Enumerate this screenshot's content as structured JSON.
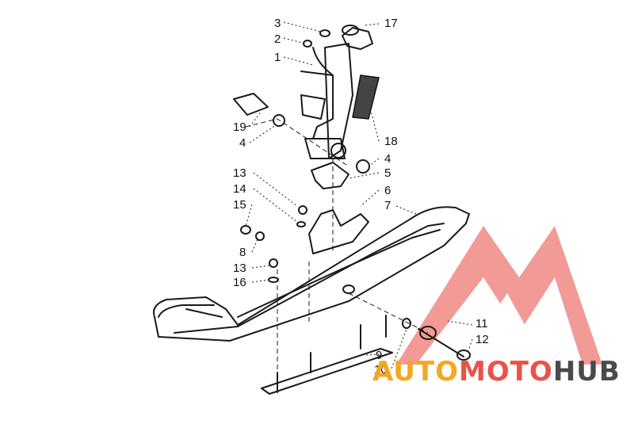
{
  "callouts": {
    "c1": "1",
    "c2": "2",
    "c3": "3",
    "c4a": "4",
    "c4b": "4",
    "c5": "5",
    "c6": "6",
    "c7": "7",
    "c8": "8",
    "c9": "9",
    "c10": "10",
    "c11": "11",
    "c12": "12",
    "c13a": "13",
    "c13b": "13",
    "c14": "14",
    "c15": "15",
    "c16": "16",
    "c17": "17",
    "c18": "18",
    "c19": "19"
  },
  "watermark": {
    "part1": "AUTO",
    "part2": "MOTO",
    "part3": "HUB",
    "colors": {
      "auto": "#f5a623",
      "moto": "#e8534a",
      "hub": "#4a4a4a",
      "logo": "#f08a84"
    }
  }
}
